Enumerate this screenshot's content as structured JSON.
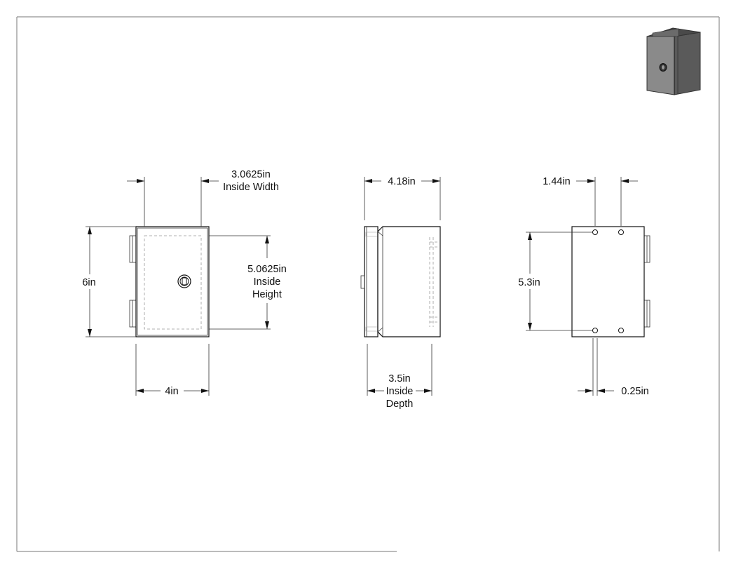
{
  "views": {
    "front": {
      "height_label": "6in",
      "width_label": "4in",
      "inside_width_value": "3.0625in",
      "inside_width_caption": "Inside Width",
      "inside_height_value": "5.0625in",
      "inside_height_caption_1": "Inside",
      "inside_height_caption_2": "Height"
    },
    "side": {
      "depth_label": "4.18in",
      "inside_depth_value": "3.5in",
      "inside_depth_caption_1": "Inside",
      "inside_depth_caption_2": "Depth"
    },
    "back": {
      "hole_spacing_horizontal": "1.44in",
      "hole_spacing_vertical": "5.3in",
      "hole_offset": "0.25in"
    }
  },
  "colors": {
    "line": "#111111",
    "hidden_line": "#999999",
    "iso_front": "#8a8a8a",
    "iso_side": "#5a5a5a",
    "iso_top": "#4a4a4a"
  }
}
